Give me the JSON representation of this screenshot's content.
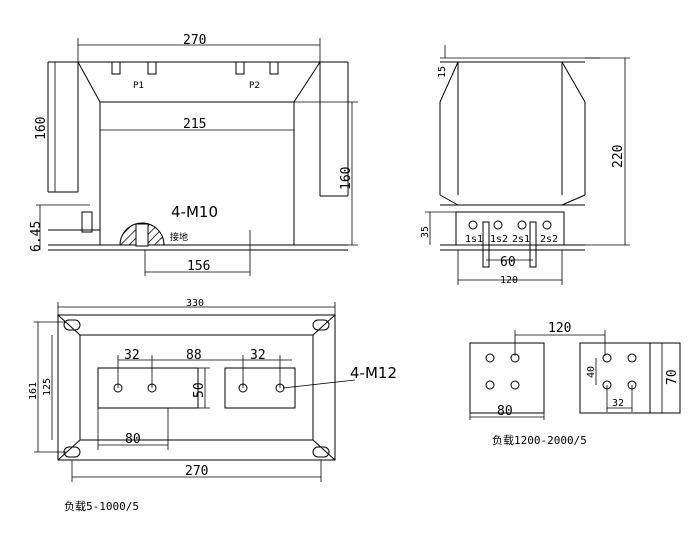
{
  "front_view": {
    "dim_width_top": "270",
    "dim_height_left": "160",
    "dim_inner_width": "215",
    "dim_height_right": "160",
    "dim_base_456": "6.45",
    "dim_bottom": "156",
    "terminal_p1": "P1",
    "terminal_p2": "P2",
    "bolt_label": "4-M10",
    "ground_label": "接地"
  },
  "side_view": {
    "dim_top": "15",
    "dim_height": "220",
    "dim_box": "35",
    "dim_pitch": "60",
    "dim_base": "120",
    "terminals": [
      "1s1",
      "1s2",
      "2s1",
      "2s2"
    ]
  },
  "plan_view": {
    "dim_outer": "330",
    "dim_32a": "32",
    "dim_88": "88",
    "dim_32b": "32",
    "dim_161": "161",
    "dim_125": "125",
    "dim_50": "50",
    "dim_80": "80",
    "dim_270": "270",
    "bolt_label": "4-M12",
    "caption": "负载5-1000/5"
  },
  "detail_view": {
    "dim_120": "120",
    "dim_80": "80",
    "dim_40": "40",
    "dim_70": "70",
    "dim_32": "32",
    "caption": "负载1200-2000/5"
  }
}
